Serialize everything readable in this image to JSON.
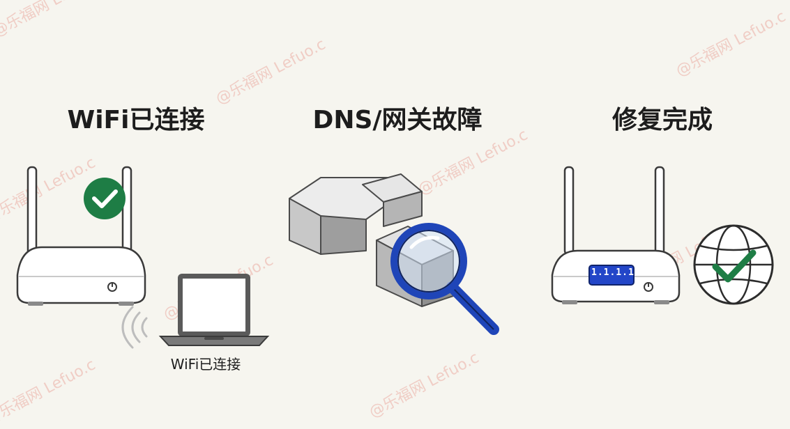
{
  "steps": [
    {
      "title": "WiFi已连接"
    },
    {
      "title": "DNS/网关故障"
    },
    {
      "title": "修复完成"
    }
  ],
  "laptop_label": "WiFi已连接",
  "dns_value": "1.1.1.1",
  "watermark": "@乐福网 Lefuo.c",
  "icons": [
    "router-icon",
    "check-badge-icon",
    "wifi-waves-icon",
    "laptop-icon",
    "broken-pipe-icon",
    "magnifier-icon",
    "globe-check-icon"
  ],
  "colors": {
    "check_green": "#1e7d45",
    "magnifier_blue": "#1f45b8",
    "dns_blue": "#2346c8",
    "watermark": "#e2786e"
  }
}
